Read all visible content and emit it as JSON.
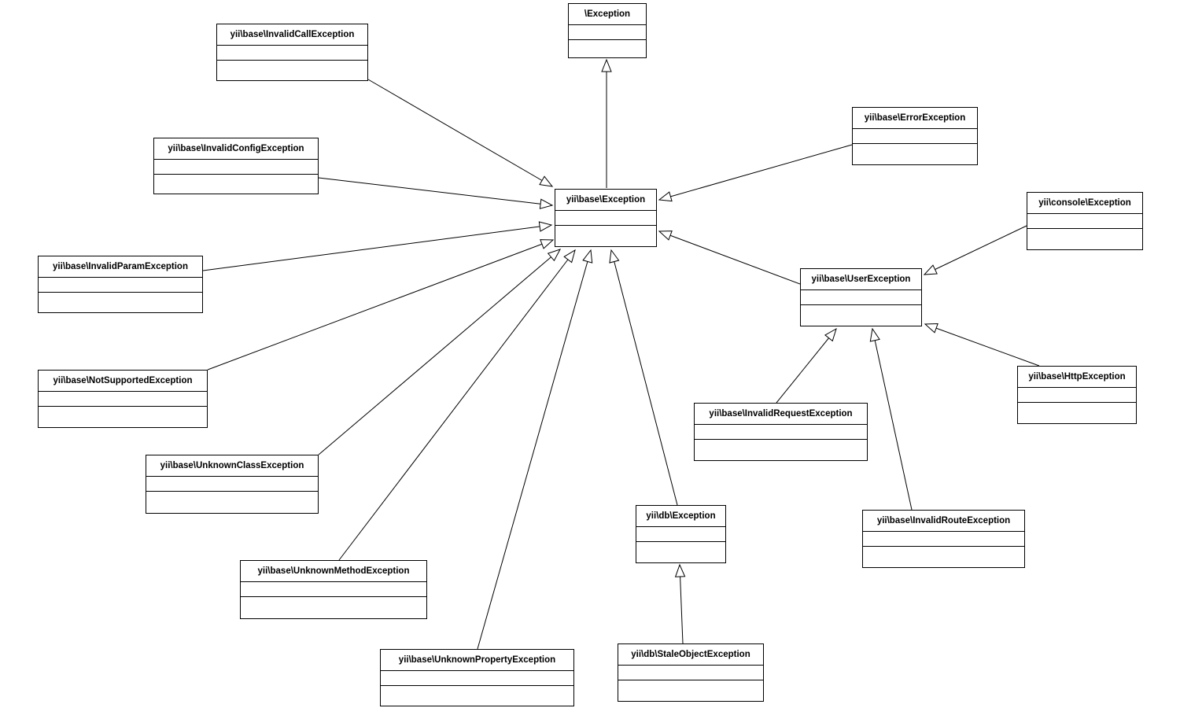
{
  "diagram": {
    "type": "uml-class-inheritance",
    "line_color": "#000000",
    "box_fill": "#ffffff",
    "nodes": [
      {
        "id": "root",
        "label": "\\Exception"
      },
      {
        "id": "base",
        "label": "yii\\base\\Exception"
      },
      {
        "id": "invalid-call",
        "label": "yii\\base\\InvalidCallException"
      },
      {
        "id": "invalid-config",
        "label": "yii\\base\\InvalidConfigException"
      },
      {
        "id": "invalid-param",
        "label": "yii\\base\\InvalidParamException"
      },
      {
        "id": "not-supported",
        "label": "yii\\base\\NotSupportedException"
      },
      {
        "id": "unknown-class",
        "label": "yii\\base\\UnknownClassException"
      },
      {
        "id": "unknown-method",
        "label": "yii\\base\\UnknownMethodException"
      },
      {
        "id": "unknown-property",
        "label": "yii\\base\\UnknownPropertyException"
      },
      {
        "id": "error",
        "label": "yii\\base\\ErrorException"
      },
      {
        "id": "console",
        "label": "yii\\console\\Exception"
      },
      {
        "id": "user",
        "label": "yii\\base\\UserException"
      },
      {
        "id": "http",
        "label": "yii\\base\\HttpException"
      },
      {
        "id": "invalid-request",
        "label": "yii\\base\\InvalidRequestException"
      },
      {
        "id": "invalid-route",
        "label": "yii\\base\\InvalidRouteException"
      },
      {
        "id": "db",
        "label": "yii\\db\\Exception"
      },
      {
        "id": "stale",
        "label": "yii\\db\\StaleObjectException"
      }
    ],
    "edges": [
      {
        "child": "yii\\base\\Exception",
        "parent": "\\Exception"
      },
      {
        "child": "yii\\base\\InvalidCallException",
        "parent": "yii\\base\\Exception"
      },
      {
        "child": "yii\\base\\InvalidConfigException",
        "parent": "yii\\base\\Exception"
      },
      {
        "child": "yii\\base\\InvalidParamException",
        "parent": "yii\\base\\Exception"
      },
      {
        "child": "yii\\base\\NotSupportedException",
        "parent": "yii\\base\\Exception"
      },
      {
        "child": "yii\\base\\UnknownClassException",
        "parent": "yii\\base\\Exception"
      },
      {
        "child": "yii\\base\\UnknownMethodException",
        "parent": "yii\\base\\Exception"
      },
      {
        "child": "yii\\base\\UnknownPropertyException",
        "parent": "yii\\base\\Exception"
      },
      {
        "child": "yii\\db\\Exception",
        "parent": "yii\\base\\Exception"
      },
      {
        "child": "yii\\base\\ErrorException",
        "parent": "yii\\base\\Exception"
      },
      {
        "child": "yii\\base\\UserException",
        "parent": "yii\\base\\Exception"
      },
      {
        "child": "yii\\console\\Exception",
        "parent": "yii\\base\\UserException"
      },
      {
        "child": "yii\\base\\HttpException",
        "parent": "yii\\base\\UserException"
      },
      {
        "child": "yii\\base\\InvalidRequestException",
        "parent": "yii\\base\\UserException"
      },
      {
        "child": "yii\\base\\InvalidRouteException",
        "parent": "yii\\base\\UserException"
      },
      {
        "child": "yii\\db\\StaleObjectException",
        "parent": "yii\\db\\Exception"
      }
    ]
  }
}
